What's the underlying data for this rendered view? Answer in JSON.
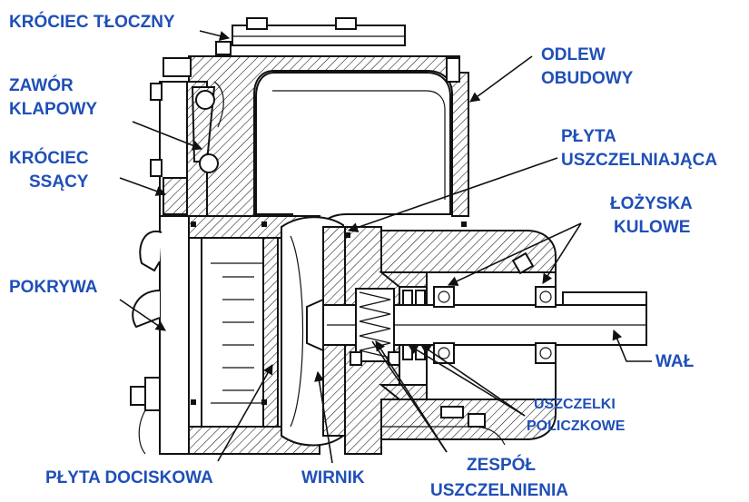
{
  "labels": {
    "krociec_tloczny": "KRÓCIEC TŁOCZNY",
    "zawor_line1": "ZAWÓR",
    "zawor_line2": "KLAPOWY",
    "krociec_ssacy_line1": "KRÓCIEC",
    "krociec_ssacy_line2": "SSĄCY",
    "pokrywa": "POKRYWA",
    "plyta_dociskowa": "PŁYTA DOCISKOWA",
    "wirnik": "WIRNIK",
    "zespol_line1": "ZESPÓŁ",
    "zespol_line2": "USZCZELNIENIA",
    "odlew_line1": "ODLEW",
    "odlew_line2": "OBUDOWY",
    "plyta_uszcz_line1": "PŁYTA",
    "plyta_uszcz_line2": "USZCZELNIAJĄCA",
    "lozyska_line1": "ŁOŻYSKA",
    "lozyska_line2": "KULOWE",
    "wal": "WAŁ",
    "uszczelki_line1": "USZCZELKI",
    "uszczelki_line2": "POLICZKOWE"
  },
  "colors": {
    "label": "#1f4fb8",
    "line": "#111111",
    "background": "#ffffff"
  }
}
